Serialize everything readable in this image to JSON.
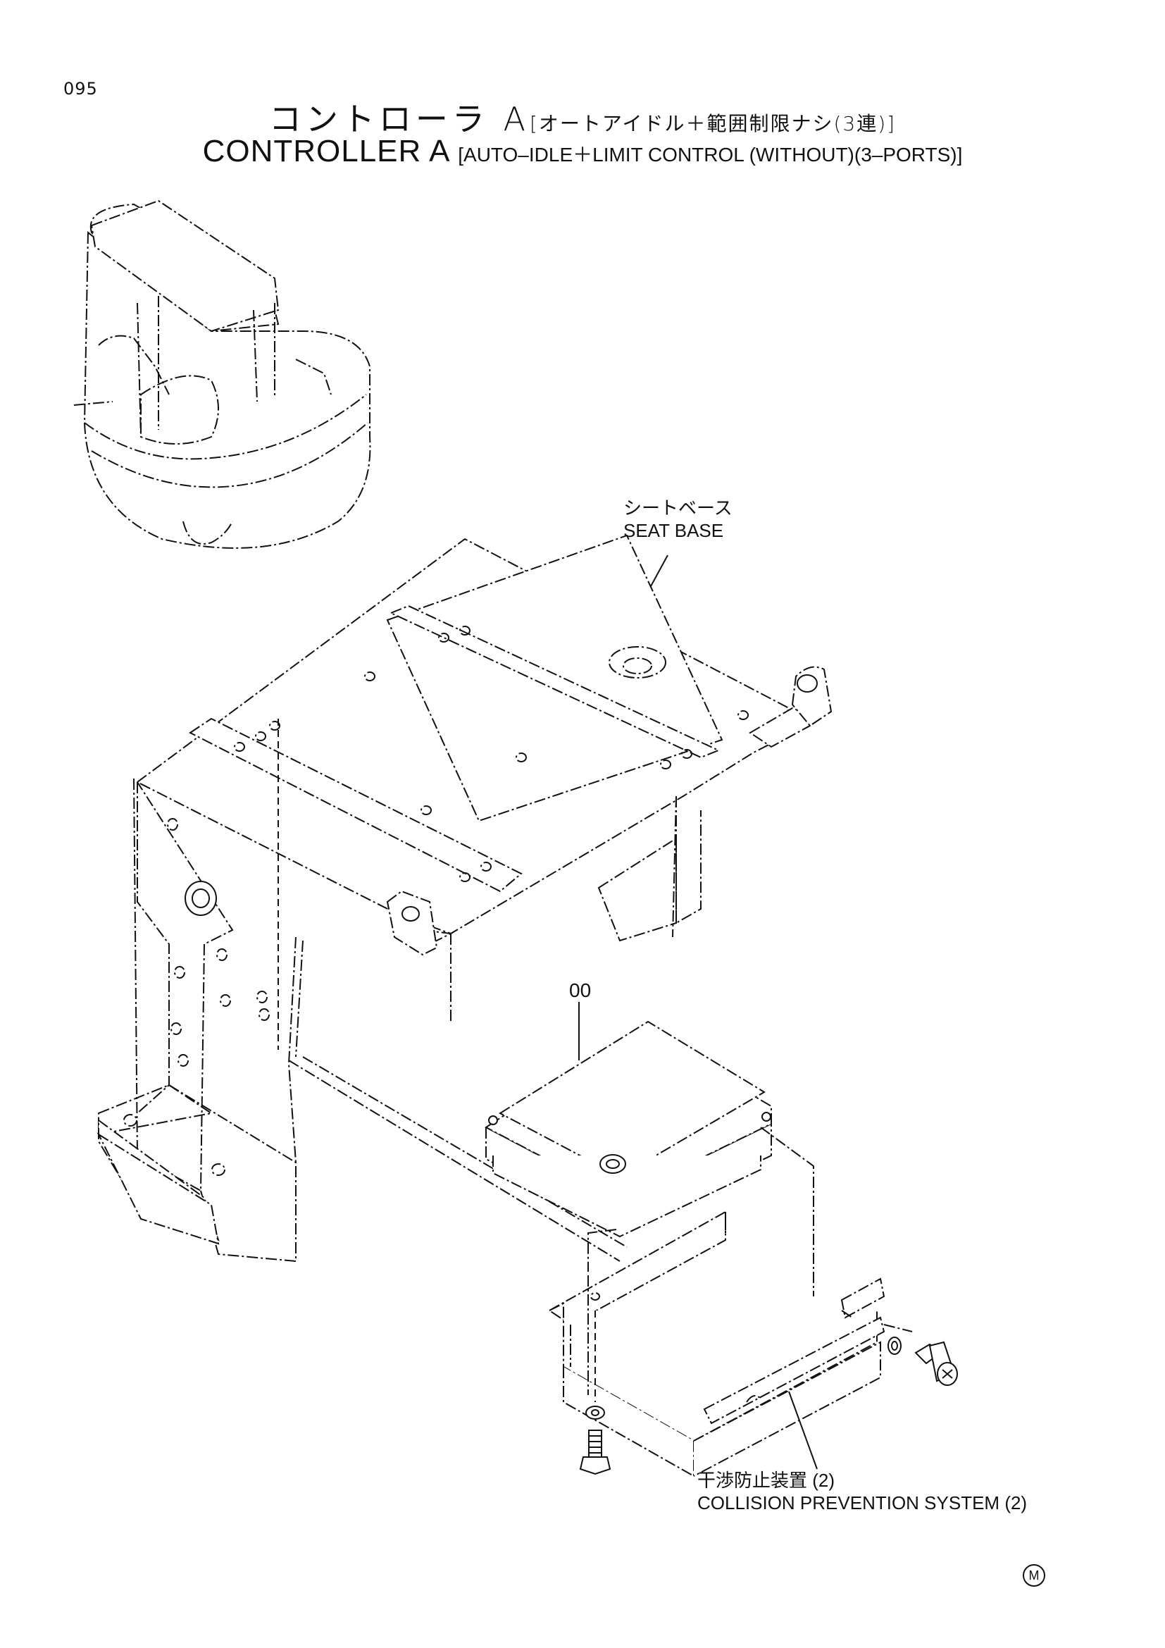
{
  "page_number": "095",
  "title": {
    "jp_main": "コントローラ A",
    "jp_sub": "[オートアイドル＋範囲制限ナシ(3連)]",
    "en_main": "CONTROLLER A",
    "en_sub": "[AUTO–IDLE＋LIMIT CONTROL (WITHOUT)(3–PORTS)]"
  },
  "labels": {
    "seat_base_jp": "シートベース",
    "seat_base_en": "SEAT BASE",
    "part_number": "00",
    "collision_jp": "干渉防止装置 (2)",
    "collision_en": "COLLISION PREVENTION SYSTEM (2)"
  },
  "footer_mark": "M"
}
